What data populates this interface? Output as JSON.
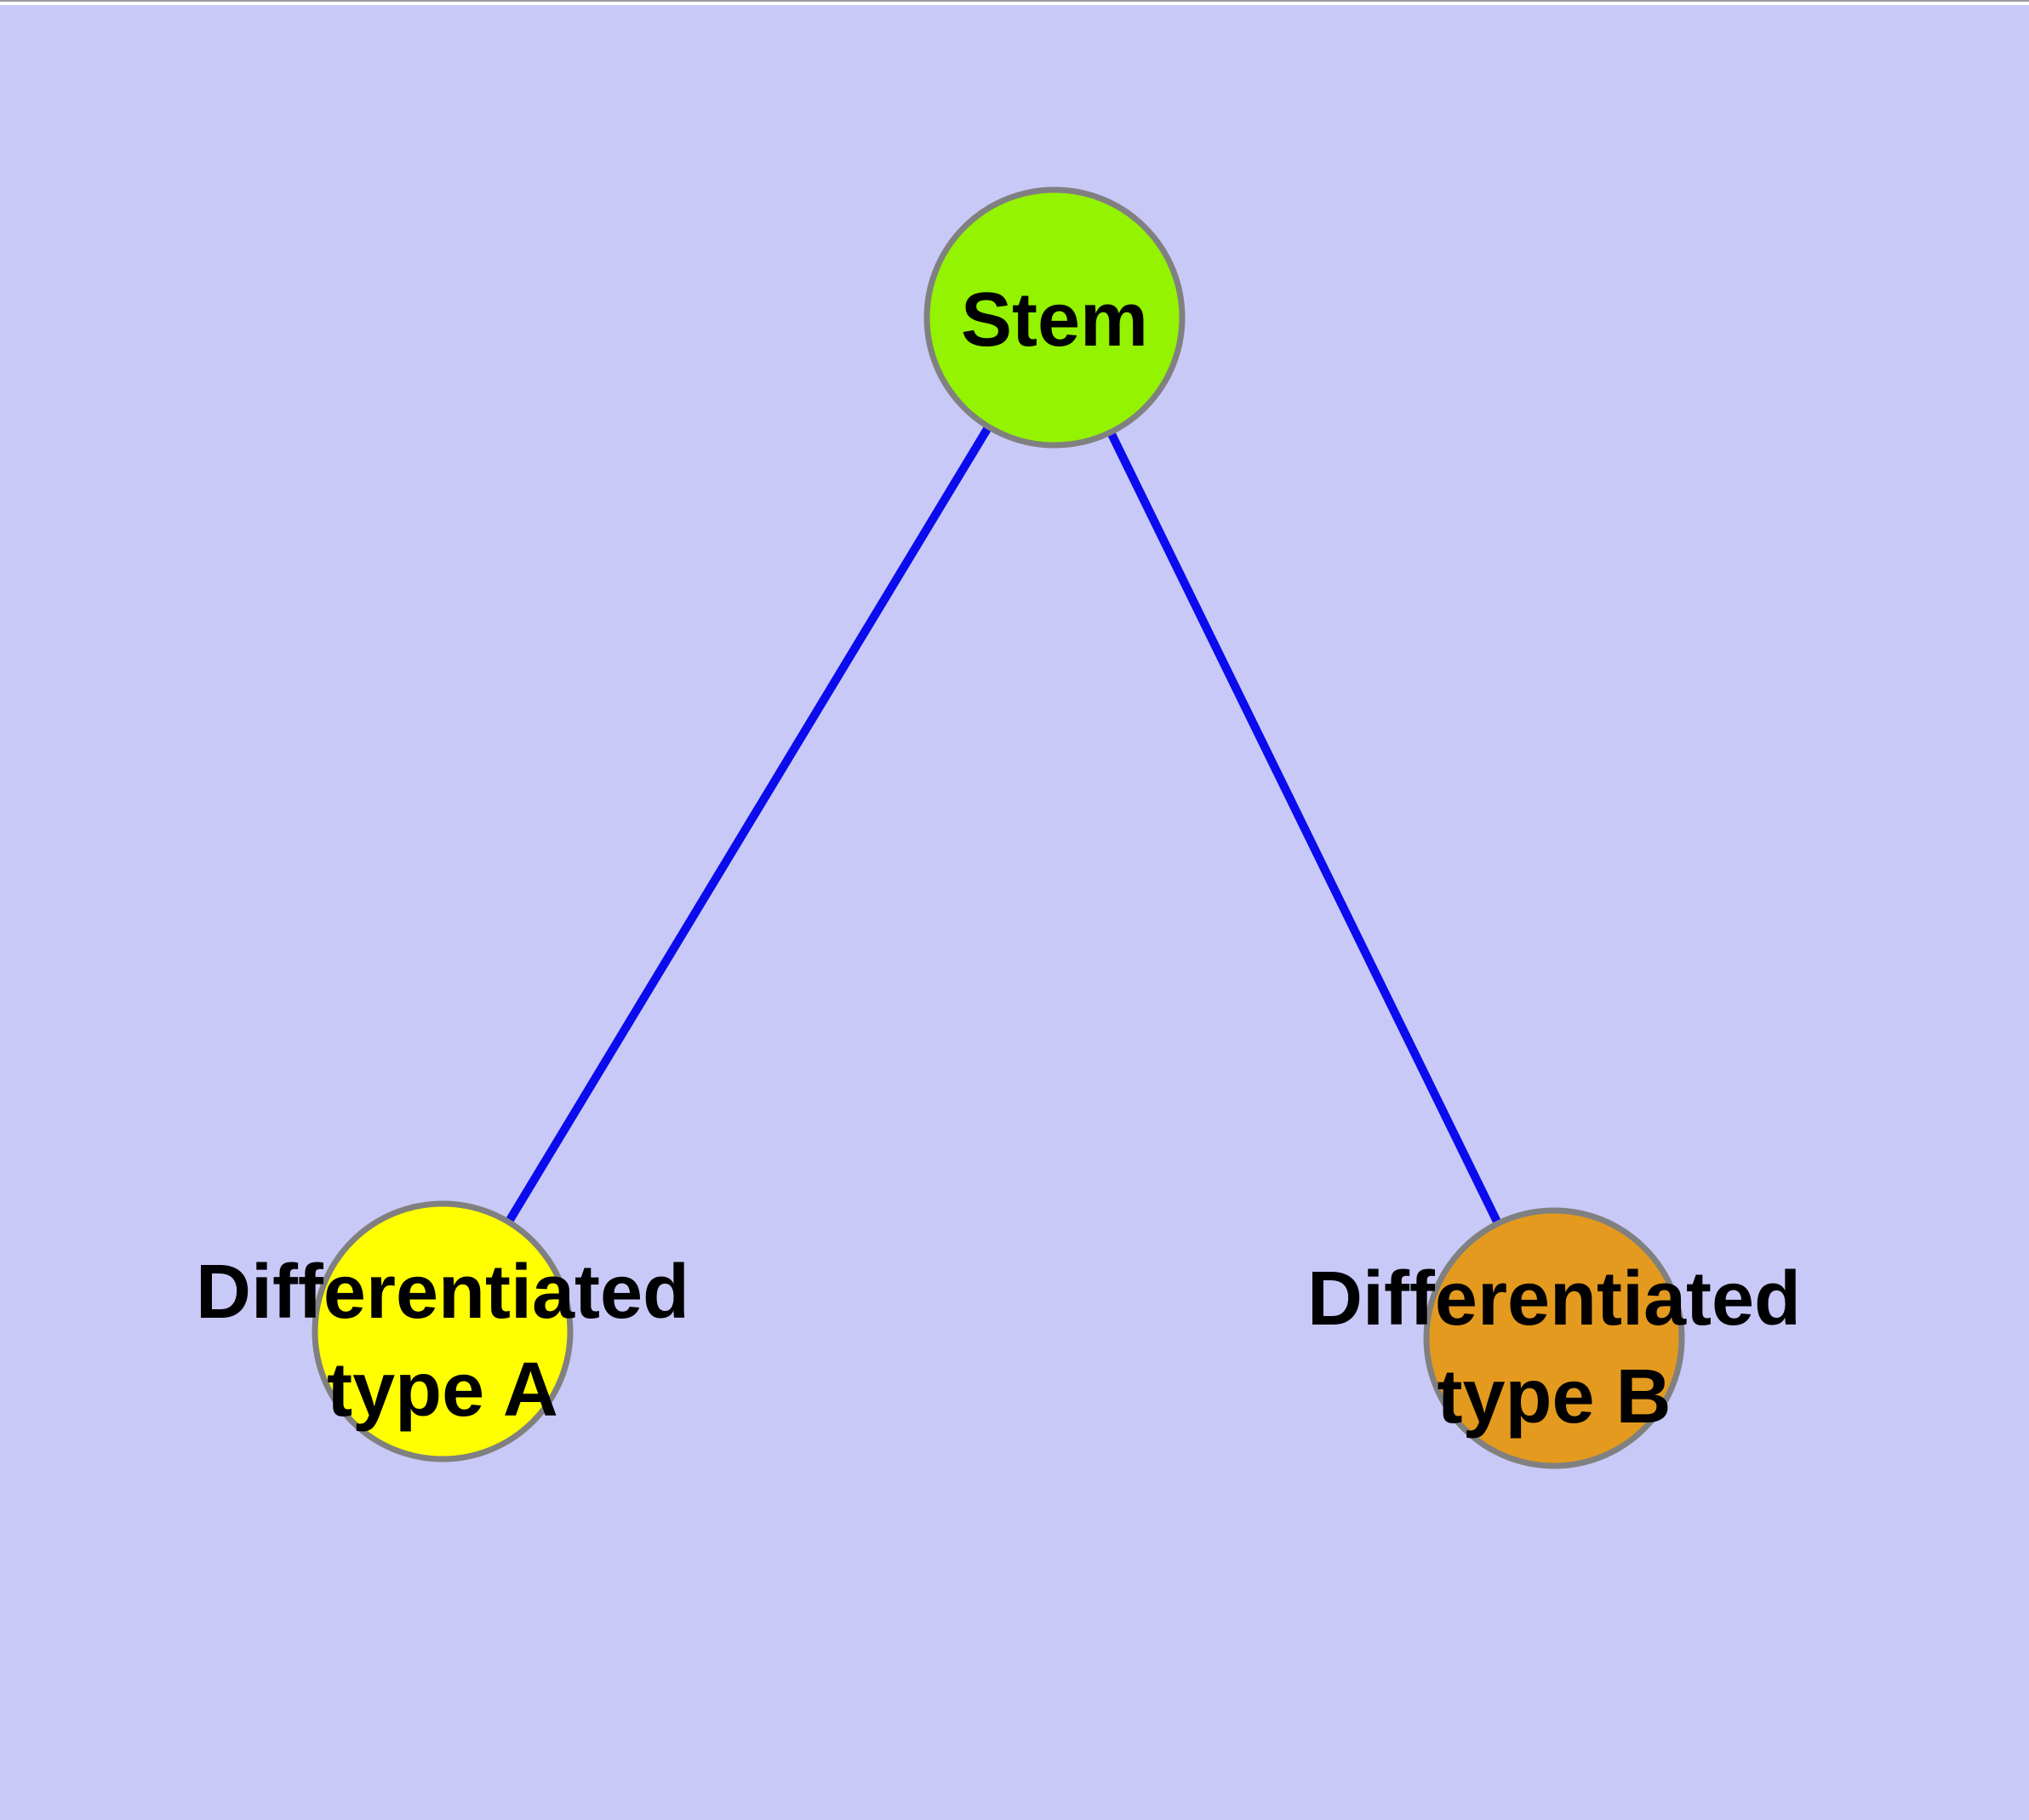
{
  "diagram": {
    "type": "node-link-graph",
    "description": "Stem cell differentiation tree with one parent node and two differentiated child nodes",
    "colors": {
      "background": "#C9C9F8",
      "edge": "#0B0BEE",
      "node_stroke": "#808080",
      "label_text": "#000000",
      "top_strip": "#FFFFFF",
      "top_hairline": "#999999"
    },
    "nodes": {
      "stem": {
        "label": "Stem",
        "fill": "#93F300"
      },
      "type_a": {
        "label_lines": [
          "Differentiated",
          "type A"
        ],
        "fill": "#FFFF00"
      },
      "type_b": {
        "label_lines": [
          "Differentiated",
          "type B"
        ],
        "fill": "#E39A1E"
      }
    },
    "edges": [
      {
        "from": "Stem",
        "to": "Differentiated type A"
      },
      {
        "from": "Stem",
        "to": "Differentiated type B"
      }
    ]
  }
}
